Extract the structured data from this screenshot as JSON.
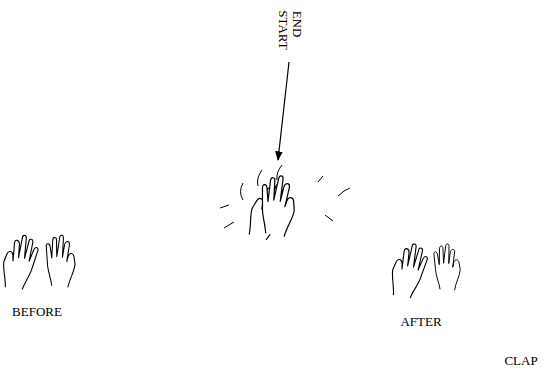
{
  "diagram": {
    "labels": [
      "START",
      "END",
      "BEFORE",
      "AFTER",
      "CLAP"
    ]
  }
}
